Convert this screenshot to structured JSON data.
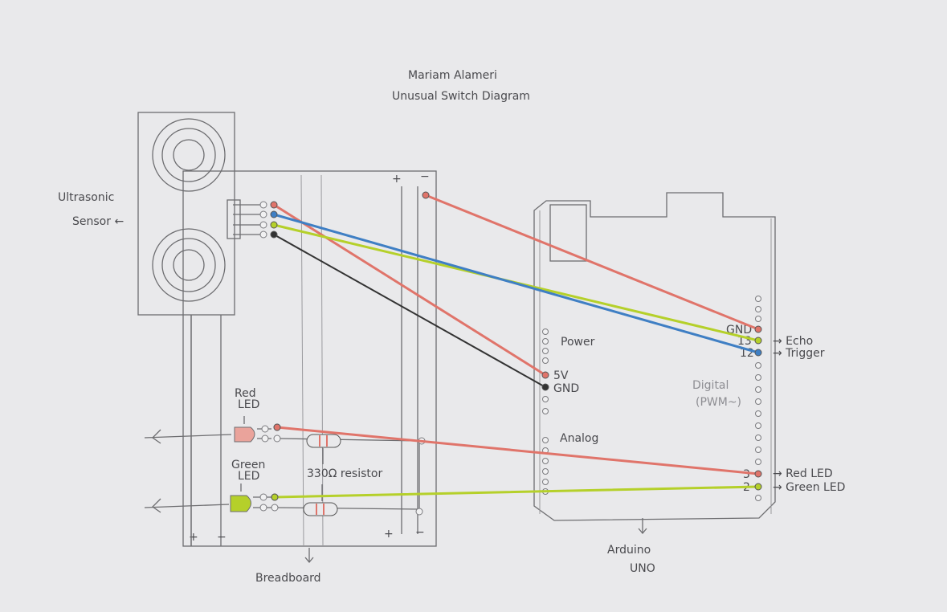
{
  "title": {
    "author": "Mariam Alameri",
    "subtitle": "Unusual Switch Diagram"
  },
  "labels": {
    "ultrasonic": "Ultrasonic",
    "sensor": "Sensor ←",
    "breadboard": "Breadboard",
    "arduino": "Arduino",
    "uno": "UNO",
    "power": "Power",
    "analog": "Analog",
    "digital": "Digital",
    "pwm": "(PWM~)",
    "red_led_1": "Red",
    "red_led_2": "LED",
    "green_led_1": "Green",
    "green_led_2": "LED",
    "resistor": "330Ω resistor",
    "plus": "+",
    "minus": "−"
  },
  "pins": {
    "five_v": "5V",
    "gnd_power": "GND",
    "gnd_digital": "GND",
    "pin13": "13",
    "pin12": "12",
    "pin3": "3",
    "pin2": "2",
    "echo": "→ Echo",
    "trigger": "→ Trigger",
    "red_led": "→ Red LED",
    "green_led": "→ Green LED"
  },
  "colors": {
    "red": "#e0746a",
    "blue": "#3f7fc4",
    "green": "#b5d02a",
    "black": "#333333"
  }
}
